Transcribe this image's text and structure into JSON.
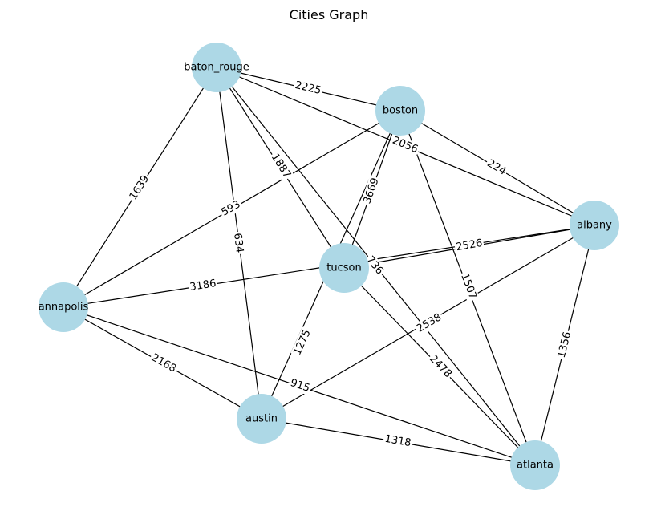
{
  "title": "Cities Graph",
  "colors": {
    "node": "#add8e6",
    "edge": "#000000",
    "background": "#ffffff"
  },
  "nodes": [
    {
      "id": "baton_rouge",
      "label": "baton_rouge"
    },
    {
      "id": "boston",
      "label": "boston"
    },
    {
      "id": "albany",
      "label": "albany"
    },
    {
      "id": "tucson",
      "label": "tucson"
    },
    {
      "id": "annapolis",
      "label": "annapolis"
    },
    {
      "id": "austin",
      "label": "austin"
    },
    {
      "id": "atlanta",
      "label": "atlanta"
    }
  ],
  "edges": [
    {
      "source": "baton_rouge",
      "target": "boston",
      "weight": "2225"
    },
    {
      "source": "baton_rouge",
      "target": "albany",
      "weight": "2056"
    },
    {
      "source": "baton_rouge",
      "target": "tucson",
      "weight": "1887"
    },
    {
      "source": "baton_rouge",
      "target": "atlanta",
      "weight": "736"
    },
    {
      "source": "baton_rouge",
      "target": "austin",
      "weight": "634"
    },
    {
      "source": "baton_rouge",
      "target": "annapolis",
      "weight": "1639"
    },
    {
      "source": "boston",
      "target": "albany",
      "weight": "224"
    },
    {
      "source": "boston",
      "target": "annapolis",
      "weight": "593"
    },
    {
      "source": "boston",
      "target": "tucson",
      "weight": "3669"
    },
    {
      "source": "boston",
      "target": "austin",
      "weight": "1275"
    },
    {
      "source": "boston",
      "target": "atlanta",
      "weight": "1507"
    },
    {
      "source": "albany",
      "target": "tucson",
      "weight": "2526"
    },
    {
      "source": "albany",
      "target": "annapolis",
      "weight": "3186"
    },
    {
      "source": "albany",
      "target": "austin",
      "weight": "2538"
    },
    {
      "source": "albany",
      "target": "atlanta",
      "weight": "1356"
    },
    {
      "source": "tucson",
      "target": "atlanta",
      "weight": "2478"
    },
    {
      "source": "annapolis",
      "target": "austin",
      "weight": "2168"
    },
    {
      "source": "annapolis",
      "target": "atlanta",
      "weight": "915"
    },
    {
      "source": "austin",
      "target": "atlanta",
      "weight": "1318"
    }
  ]
}
